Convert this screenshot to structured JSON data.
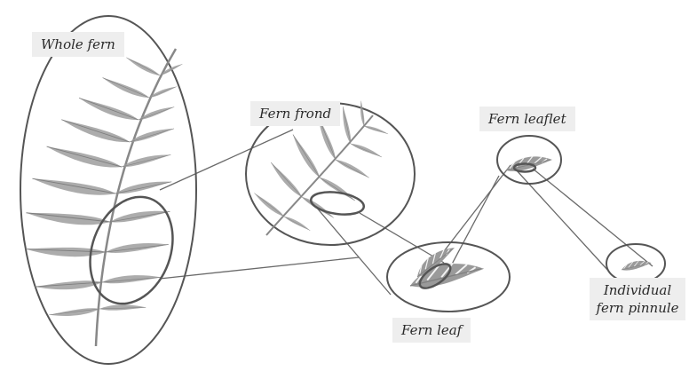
{
  "labels": {
    "whole_fern": "Whole fern",
    "fern_frond": "Fern frond",
    "fern_leaflet": "Fern leaflet",
    "fern_leaf": "Fern leaf",
    "pinnule_line1": "Individual",
    "pinnule_line2": "fern pinnule"
  },
  "colors": {
    "ellipse_stroke": "#555555",
    "connector": "#6a6a6a",
    "fern_fill": "#9a9a9a",
    "label_bg": "#eeeeee"
  }
}
